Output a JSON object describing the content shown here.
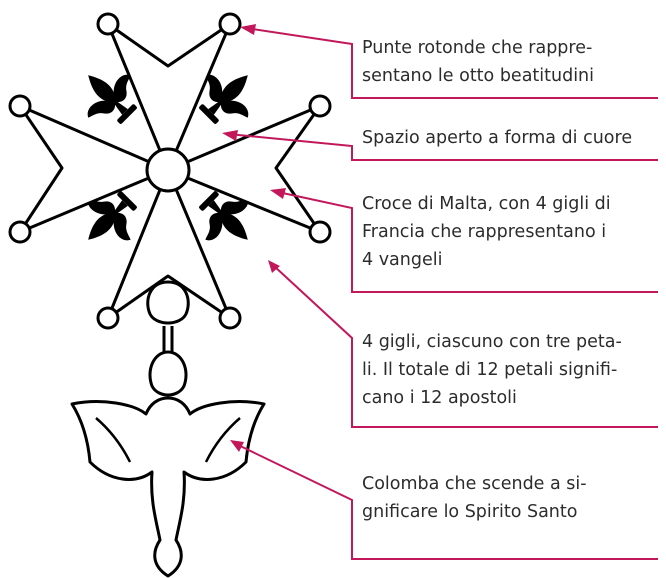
{
  "colors": {
    "accent": "#c2185b",
    "ink": "#000000",
    "text": "#2c2c2c"
  },
  "annotations": [
    {
      "lines": [
        "Punte rotonde che rappre-",
        "sentano le otto beatitudini"
      ]
    },
    {
      "lines": [
        "Spazio aperto a forma di cuore"
      ]
    },
    {
      "lines": [
        "Croce di Malta, con 4 gigli di",
        "Francia che rappresentano i",
        "4 vangeli"
      ]
    },
    {
      "lines": [
        "4 gigli, ciascuno con tre peta-",
        "li. Il totale di 12 petali signifi-",
        "cano i 12 apostoli"
      ]
    },
    {
      "lines": [
        "Colomba che scende a si-",
        "gnificare lo Spirito Santo"
      ]
    }
  ]
}
